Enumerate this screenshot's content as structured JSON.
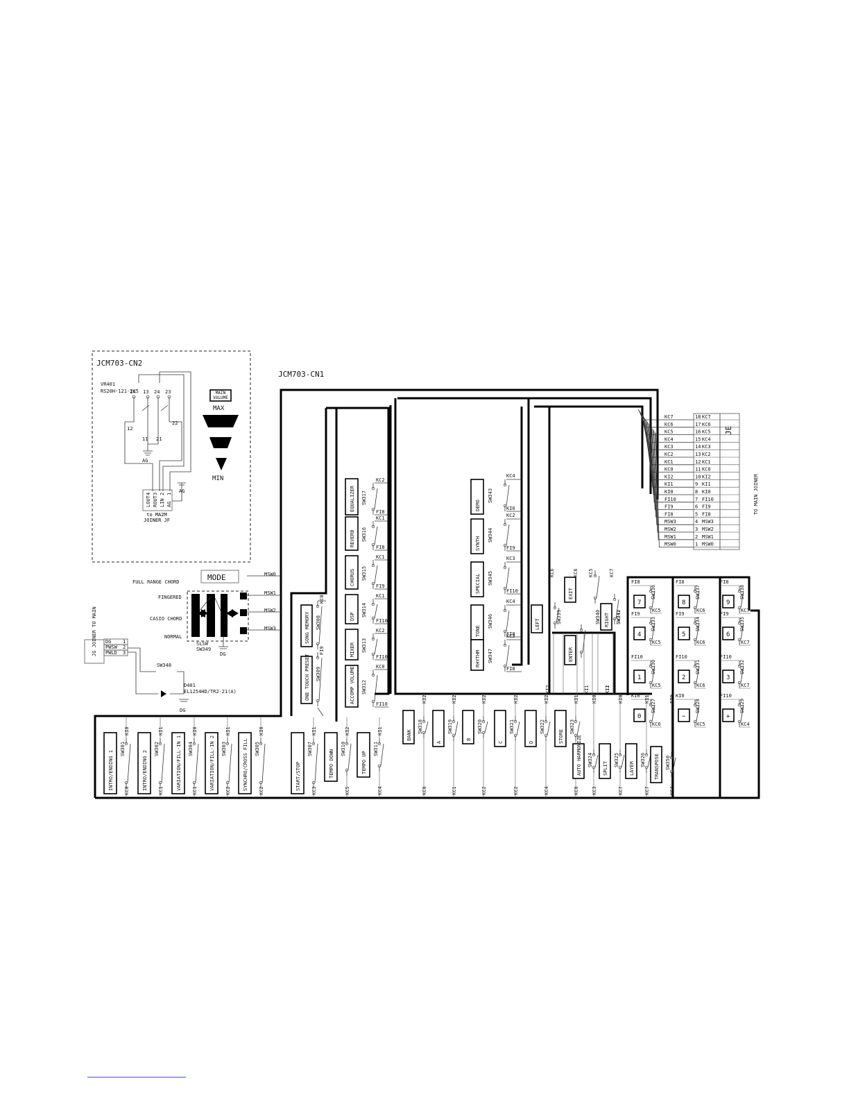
{
  "cn2": {
    "title": "JCM703-CN2",
    "vr_ref": "VR401",
    "vr_part": "RS20H-121-2K5",
    "pins": [
      "14",
      "13",
      "12",
      "11",
      "24",
      "23",
      "22",
      "21"
    ],
    "ground": "AG",
    "volume_label": "MAIN VOLUME",
    "max": "MAX",
    "min": "MIN",
    "joiner_pins": [
      [
        "LOUT",
        "4"
      ],
      [
        "ROUT",
        "3"
      ],
      [
        "LIN",
        "2"
      ],
      [
        "AG",
        "1"
      ]
    ],
    "joiner_text": "to MA2M JOINER JF"
  },
  "cn1": {
    "title": "JCM703-CN1"
  },
  "je": {
    "title": "JE",
    "subtitle": "TO MAIN JOINER",
    "rows": [
      [
        "KC7",
        "18",
        "KC7"
      ],
      [
        "KC6",
        "17",
        "KC6"
      ],
      [
        "KC5",
        "16",
        "KC5"
      ],
      [
        "KC4",
        "15",
        "KC4"
      ],
      [
        "KC3",
        "14",
        "KC3"
      ],
      [
        "KC2",
        "13",
        "KC2"
      ],
      [
        "KC1",
        "12",
        "KC1"
      ],
      [
        "KC0",
        "11",
        "KC0"
      ],
      [
        "KI2",
        "10",
        "KI2"
      ],
      [
        "KI1",
        "9",
        "KI1"
      ],
      [
        "KI0",
        "8",
        "KI0"
      ],
      [
        "FI10",
        "7",
        "FI10"
      ],
      [
        "FI9",
        "6",
        "FI9"
      ],
      [
        "FI8",
        "5",
        "FI8"
      ],
      [
        "MSW3",
        "4",
        "MSW3"
      ],
      [
        "MSW2",
        "3",
        "MSW2"
      ],
      [
        "MSW1",
        "2",
        "MSW1"
      ],
      [
        "MSW0",
        "1",
        "MSW0"
      ]
    ]
  },
  "mode": {
    "title": "MODE",
    "positions": [
      "FULL RANGE CHORD",
      "FINGERED",
      "CASIO CHORD",
      "NORMAL"
    ],
    "outputs": [
      "MSW0",
      "MSW1",
      "MSW2",
      "MSW3"
    ],
    "part": "SLSW",
    "ref": "SW349",
    "ground": "DG"
  },
  "jg": {
    "title": "JG JOINER TO MAIN",
    "rows": [
      [
        "DG",
        "1"
      ],
      [
        "PWSW",
        "2"
      ],
      [
        "PWLD",
        "3"
      ]
    ],
    "sw": "SW348",
    "led_ref": "D401",
    "led_part": "EL1254HD/TR2-21(A)",
    "ground": "DG"
  },
  "effect_buttons": [
    {
      "label": "EQUALIZER",
      "sw": "SW317",
      "kc": "KC2",
      "fi": "FI8"
    },
    {
      "label": "REVERB",
      "sw": "SW316",
      "kc": "KC1",
      "fi": "FI8"
    },
    {
      "label": "CHORUS",
      "sw": "SW315",
      "kc": "KC1",
      "fi": "FI9"
    },
    {
      "label": "DSP",
      "sw": "SW314",
      "kc": "KC1",
      "fi": "FI10"
    },
    {
      "label": "MIXER",
      "sw": "SW313",
      "kc": "KC2",
      "fi": "FI10"
    },
    {
      "label": "ACCOMP VOLUME",
      "sw": "SW312",
      "kc": "KC0",
      "fi": "FI10"
    }
  ],
  "left_vertical": [
    {
      "label": "SONG MEMORY",
      "sw": "SW308",
      "kc": "KC0"
    },
    {
      "label": "ONE TOUCH PRESET",
      "sw": "SW309",
      "kc": "FI9"
    }
  ],
  "mode_buttons": [
    {
      "label": "DEMO",
      "sw": "SW343",
      "kc": "KC4",
      "ki": "KI0"
    },
    {
      "label": "SYNTH",
      "sw": "SW344",
      "kc": "KC2",
      "ki": "FI9"
    },
    {
      "label": "SPECIAL",
      "sw": "SW345",
      "kc": "KC3",
      "ki": "FI10"
    },
    {
      "label": "TONE",
      "sw": "SW346",
      "kc": "KC4",
      "ki": "FI8"
    },
    {
      "label": "RHYTHM",
      "sw": "SW347",
      "kc": "KC3",
      "ki": "FI8"
    }
  ],
  "nav_buttons": [
    {
      "label": "LEFT",
      "sw": "SW339",
      "kc": "KC6",
      "ki": "KI2"
    },
    {
      "label": "EXIT",
      "sw": "",
      "kc": "KC6",
      "ki": ""
    },
    {
      "label": "ENTER",
      "sw": "SW340",
      "kc": "KC5",
      "ki": "KI1"
    },
    {
      "label": "RIGHT",
      "sw": "SW341",
      "kc": "KC7",
      "ki": "KI1"
    },
    {
      "label": "",
      "sw": "SW342",
      "kc": "",
      "ki": "KI2"
    }
  ],
  "keypad": [
    {
      "label": "7",
      "sw": "SW336",
      "fi": "FI8",
      "kc": "KC5"
    },
    {
      "label": "8",
      "sw": "SW337",
      "fi": "FI8",
      "kc": "KC6"
    },
    {
      "label": "9",
      "sw": "SW338",
      "fi": "FI8",
      "kc": "KC7"
    },
    {
      "label": "4",
      "sw": "SW333",
      "fi": "FI9",
      "kc": "KC5"
    },
    {
      "label": "5",
      "sw": "SW334",
      "fi": "FI9",
      "kc": "KC6"
    },
    {
      "label": "6",
      "sw": "SW335",
      "fi": "FI9",
      "kc": "KC7"
    },
    {
      "label": "1",
      "sw": "SW330",
      "fi": "FI10",
      "kc": "KC5"
    },
    {
      "label": "2",
      "sw": "SW331",
      "fi": "FI10",
      "kc": "KC6"
    },
    {
      "label": "3",
      "sw": "SW332",
      "fi": "FI10",
      "kc": "KC7"
    },
    {
      "label": "0",
      "sw": "SW327",
      "fi": "KI0",
      "kc": "KC6"
    },
    {
      "label": "−",
      "sw": "SW328",
      "fi": "KI0",
      "kc": "KC5"
    },
    {
      "label": "+",
      "sw": "SW329",
      "fi": "FI10",
      "kc": "KC4"
    }
  ],
  "bottom_buttons": [
    {
      "label": "INTRO/ENDING 1",
      "sw": "SW301",
      "ki": "KI0",
      "kc": "KC0"
    },
    {
      "label": "INTRO/ENDING 2",
      "sw": "SW302",
      "ki": "KI1",
      "kc": "KC1"
    },
    {
      "label": "VARIATION/FILL-IN 1",
      "sw": "SW304",
      "ki": "KI0",
      "kc": "KC1"
    },
    {
      "label": "VARIATION/FILL-IN 2",
      "sw": "SW303",
      "ki": "KI1",
      "kc": "KC2"
    },
    {
      "label": "SYNCHRO/CROSS FILL",
      "sw": "SW305",
      "ki": "KI0",
      "kc": "KC2"
    },
    {
      "label": "START/STOP",
      "sw": "SW307",
      "ki": "KI1",
      "kc": "KC3"
    },
    {
      "label": "TEMPO DOWN",
      "sw": "SW310",
      "ki": "KI2",
      "kc": "KC5"
    },
    {
      "label": "TEMPO UP",
      "sw": "SW311",
      "ki": "KI1",
      "kc": "KC4"
    },
    {
      "label": "BANK",
      "sw": "SW318",
      "ki": "KI2",
      "kc": "KC0"
    },
    {
      "label": "A",
      "sw": "SW319",
      "ki": "KI2",
      "kc": "KC1"
    },
    {
      "label": "B",
      "sw": "SW320",
      "ki": "KI2",
      "kc": "KC2"
    },
    {
      "label": "C",
      "sw": "SW321",
      "ki": "KI2",
      "kc": "KC2"
    },
    {
      "label": "D",
      "sw": "SW322",
      "ki": "KI2",
      "kc": "KC4"
    },
    {
      "label": "STORE",
      "sw": "SW323",
      "ki": "KI1",
      "kc": "KC0"
    },
    {
      "label": "AUTO HARMONIZE",
      "sw": "SW324",
      "ki": "KI0",
      "kc": "KC3"
    },
    {
      "label": "SPLIT",
      "sw": "SW325",
      "ki": "KI0",
      "kc": "KC7"
    },
    {
      "label": "LAYER",
      "sw": "SW326",
      "ki": "KI1",
      "kc": "KC7"
    },
    {
      "label": "TRANSPOSE",
      "sw": "SW350",
      "ki": "FI9",
      "kc": "KC4"
    }
  ]
}
